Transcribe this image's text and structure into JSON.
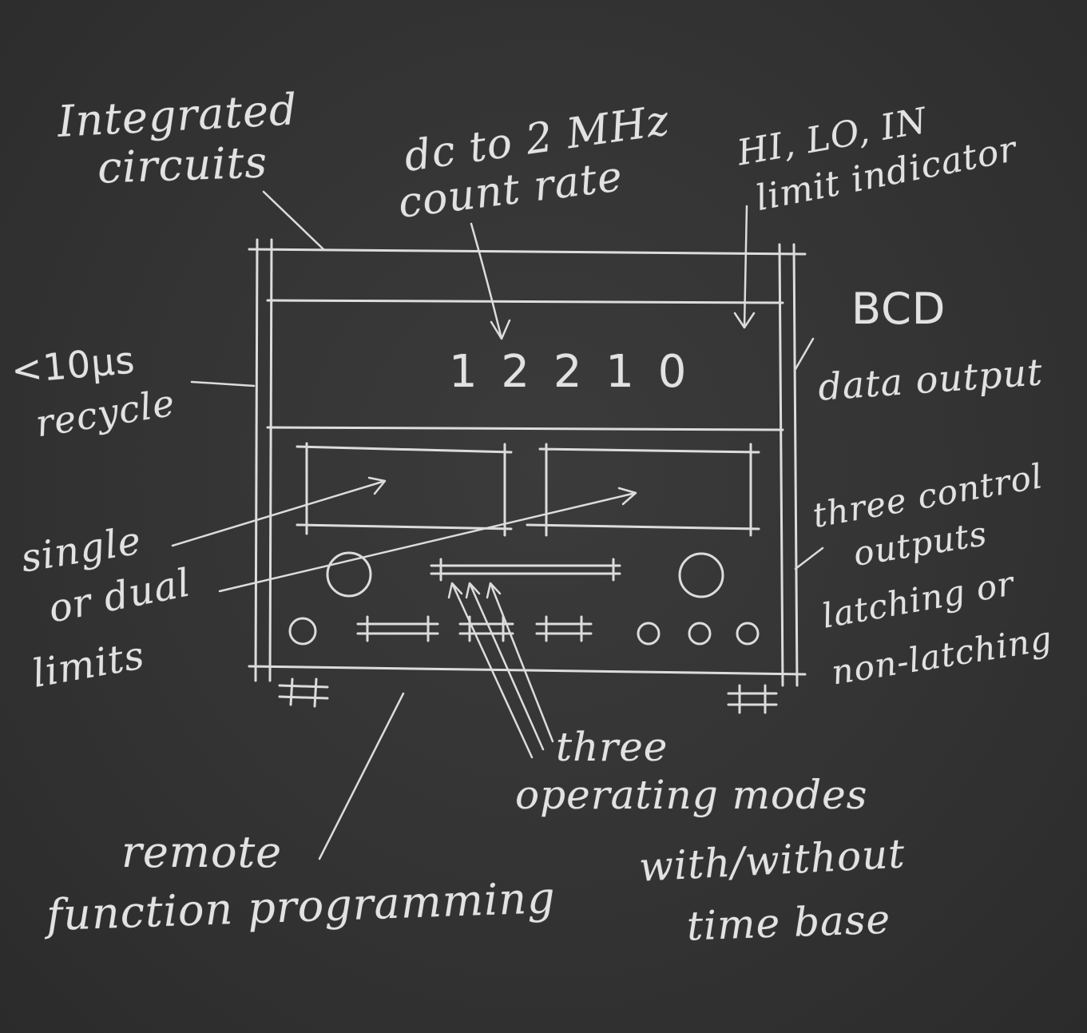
{
  "annotations": {
    "integrated_circuits": [
      "Integrated",
      "circuits"
    ],
    "count_rate": [
      "dc to 2 MHz",
      "count rate"
    ],
    "limit_indicator": [
      "HI, LO, IN",
      "limit indicator"
    ],
    "bcd": [
      "BCD",
      "data output"
    ],
    "recycle": [
      "<10µs",
      "recycle"
    ],
    "limits": [
      "single",
      "or dual",
      "limits"
    ],
    "control_outputs": [
      "three control",
      "outputs",
      "latching or",
      "non-latching"
    ],
    "operating_modes": [
      "three",
      "operating modes"
    ],
    "time_base": [
      "with/without",
      "time base"
    ],
    "remote": [
      "remote",
      "function programming"
    ]
  },
  "display": {
    "digits": "1 2 2 1 0"
  }
}
